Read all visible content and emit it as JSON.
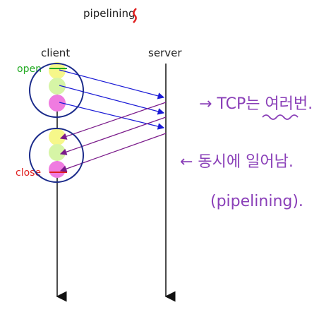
{
  "title": "pipelining",
  "columns": {
    "client": "client",
    "server": "server"
  },
  "markers": {
    "open": "open",
    "close": "close"
  },
  "annotations": {
    "note1": "→ TCP는 여러번.",
    "note2": "← 동시에 일어남.",
    "note3": "(pipelining)."
  },
  "colors": {
    "request_arrow": "#1a1ad6",
    "response_arrow": "#7a1a8a",
    "open": "#22aa22",
    "close": "#e02020",
    "handwriting": "#8a3fb8",
    "circle": "#1a2a8a",
    "dot_yellow": "#f6f78a",
    "dot_green": "#d6f5a6",
    "dot_pink": "#ef7be0"
  }
}
